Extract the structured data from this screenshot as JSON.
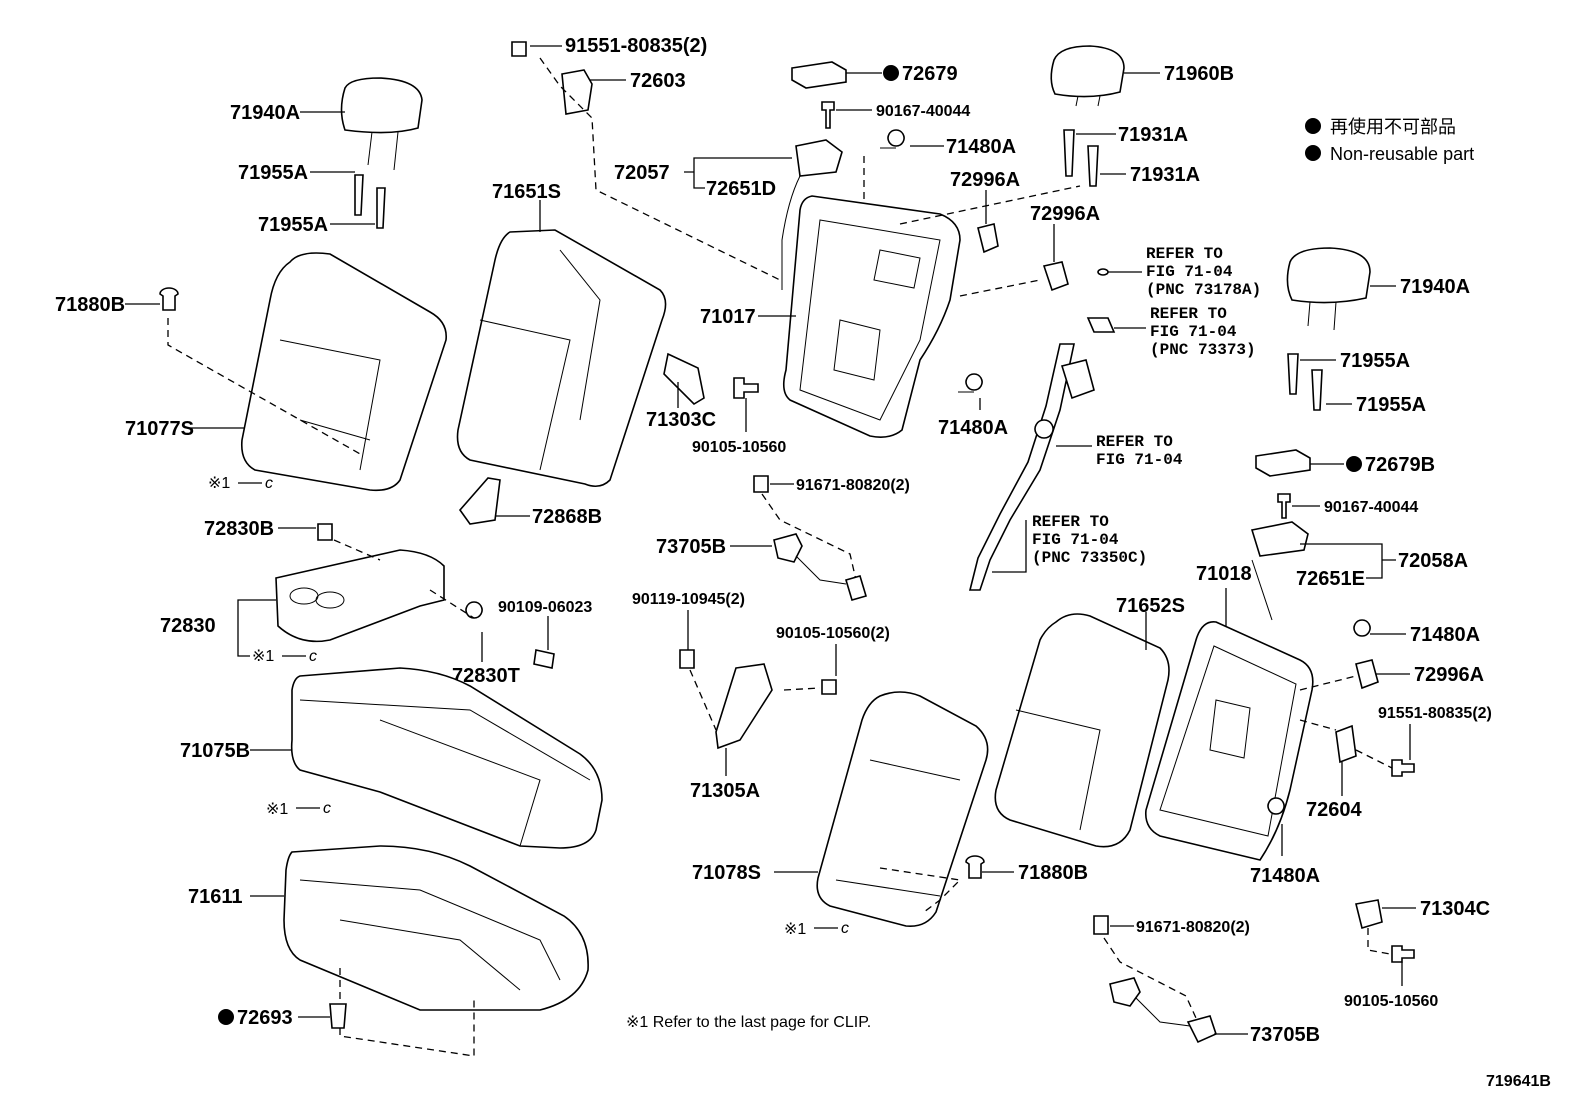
{
  "diagram_id": "719641B",
  "legend": {
    "row1": "再使用不可部品",
    "row2": "Non-reusable part"
  },
  "footnote": "※1 Refer to the last page for CLIP.",
  "clip_mark": "※1",
  "clip_c": "c",
  "parts": {
    "p91551_80835_top": "91551-80835(2)",
    "p72603": "72603",
    "p72679": "72679",
    "p90167_40044_top": "90167-40044",
    "p71960B": "71960B",
    "p71940A_left": "71940A",
    "p71955A_l1": "71955A",
    "p71955A_l2": "71955A",
    "p72057": "72057",
    "p72651D": "72651D",
    "p71480A_top": "71480A",
    "p71931A_1": "71931A",
    "p71931A_2": "71931A",
    "p72996A_1": "72996A",
    "p72996A_2": "72996A",
    "p71651S": "71651S",
    "p71880B_left": "71880B",
    "p71017": "71017",
    "p71077S": "71077S",
    "p71303C": "71303C",
    "p90105_10560_a": "90105-10560",
    "p71480A_mid": "71480A",
    "p71940A_right": "71940A",
    "p71955A_r1": "71955A",
    "p71955A_r2": "71955A",
    "p72679B": "72679B",
    "p90167_40044_r": "90167-40044",
    "p72058A": "72058A",
    "p72651E": "72651E",
    "p71018": "71018",
    "p72868B": "72868B",
    "p91671_80820_a": "91671-80820(2)",
    "p72830B": "72830B",
    "p73705B_a": "73705B",
    "p72830": "72830",
    "p90109_06023": "90109-06023",
    "p72830T": "72830T",
    "p90119_10945": "90119-10945(2)",
    "p90105_10560_2": "90105-10560(2)",
    "p71652S": "71652S",
    "p71480A_r": "71480A",
    "p72996A_r": "72996A",
    "p91551_80835_r": "91551-80835(2)",
    "p72604": "72604",
    "p71075B": "71075B",
    "p71305A": "71305A",
    "p71611": "71611",
    "p71078S": "71078S",
    "p71880B_mid": "71880B",
    "p71480A_bot": "71480A",
    "p71304C": "71304C",
    "p91671_80820_b": "91671-80820(2)",
    "p90105_10560_b": "90105-10560",
    "p72693": "72693",
    "p73705B_b": "73705B"
  },
  "refs": {
    "r1": [
      "REFER TO",
      "FIG 71-04",
      "(PNC 73178A)"
    ],
    "r2": [
      "REFER TO",
      "FIG 71-04",
      "(PNC 73373)"
    ],
    "r3": [
      "REFER TO",
      "FIG 71-04"
    ],
    "r4": [
      "REFER TO",
      "FIG 71-04",
      "(PNC 73350C)"
    ]
  }
}
